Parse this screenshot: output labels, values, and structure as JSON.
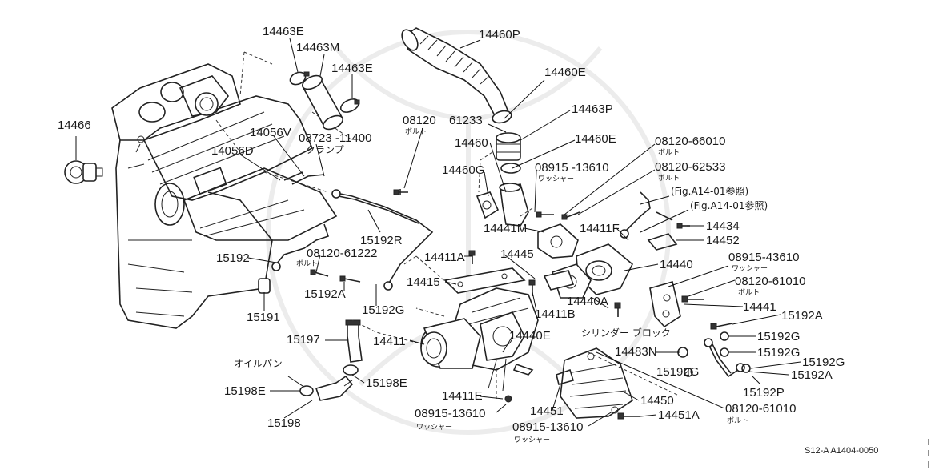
{
  "labels": {
    "p14466": "14466",
    "p14463E_a": "14463E",
    "p14463M": "14463M",
    "p14463E_b": "14463E",
    "p14460P": "14460P",
    "p14460E_a": "14460E",
    "p14463P": "14463P",
    "p14056V": "14056V",
    "p08723": "08723 -11400",
    "p14056D": "14056D",
    "p08120_a": "08120",
    "p61233": "61233",
    "p14460": "14460",
    "p14460E_b": "14460E",
    "p08120_66010": "08120-66010",
    "p14460G": "14460G",
    "p08915_13610_a": "08915 -13610",
    "p08120_62533": "08120-62533",
    "fig1": "(Fig.A14-01参照)",
    "fig2": "(Fig.A14-01参照)",
    "p14441M": "14441M",
    "p14411F": "14411F",
    "p14434": "14434",
    "p14452": "14452",
    "p15192R": "15192R",
    "p15192": "15192",
    "p08120_61222": "08120-61222",
    "p14411A": "14411A",
    "p14445": "14445",
    "p14440": "14440",
    "p08915_43610": "08915-43610",
    "p14415": "14415",
    "p08120_61010_a": "08120-61010",
    "p15192A_a": "15192A",
    "p15192G_a": "15192G",
    "p14411B": "14411B",
    "p14440A": "14440A",
    "p14441": "14441",
    "p15192A_b": "15192A",
    "p15191": "15191",
    "p15197": "15197",
    "p14411": "14411",
    "p14440E": "14440E",
    "p15192G_b": "15192G",
    "p15192G_c": "15192G",
    "p14483N": "14483N",
    "p15192G_d": "15192G",
    "p15192G_e": "15192G",
    "p15192A_c": "15192A",
    "p15198E_a": "15198E",
    "p15198E_b": "15198E",
    "p15192P": "15192P",
    "p14411E": "14411E",
    "p14450": "14450",
    "p08915_13610_b": "08915-13610",
    "p14451": "14451",
    "p14451A": "14451A",
    "p08120_61010_b": "08120-61010",
    "p08915_13610_c": "08915-13610",
    "p15198": "15198"
  },
  "japanese": {
    "bolt_a": "ボルト",
    "clamp": "クランプ",
    "bolt_b": "ボルト",
    "washer_a": "ワッシャー",
    "bolt_c": "ボルト",
    "bolt_d": "ボルト",
    "washer_b": "ワッシャー",
    "bolt_e": "ボルト",
    "cylinder_block": "シリンダー ブロック",
    "oil_pan": "オイルパン",
    "washer_c": "ワッシャー",
    "washer_d": "ワッシャー",
    "bolt_f": "ボルト"
  },
  "diagram_code": "S12-A A1404-0050"
}
